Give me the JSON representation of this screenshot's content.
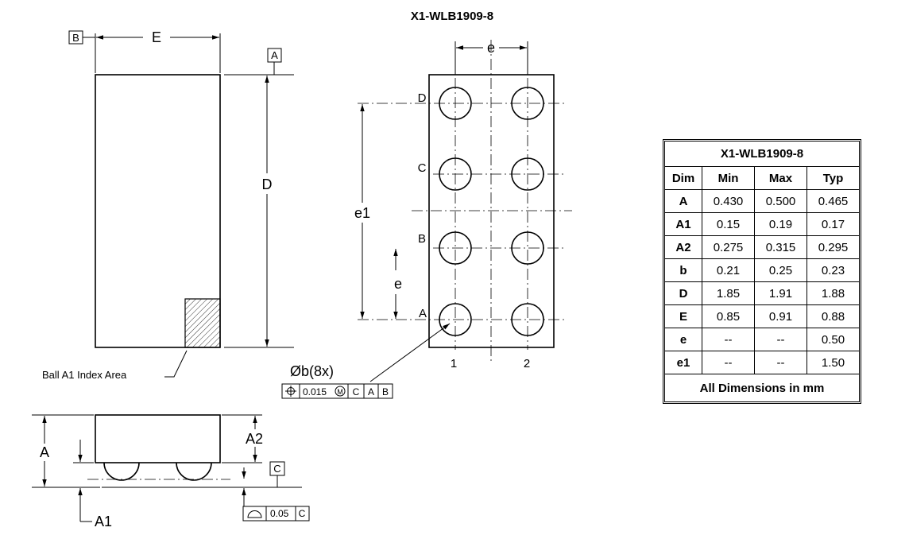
{
  "package_title": "X1-WLB1909-8",
  "top_view": {
    "datum_b": "B",
    "datum_a": "A",
    "width_label": "E",
    "height_label": "D",
    "index_area_label": "Ball A1 Index Area"
  },
  "bottom_view": {
    "pitch_label": "e",
    "row_pitch_label": "e",
    "span_label": "e1",
    "row_labels": [
      "D",
      "C",
      "B",
      "A"
    ],
    "column_labels": [
      "1",
      "2"
    ],
    "ball_callout": "Øb(8x)",
    "position_tolerance": {
      "symbol": "⌖",
      "value": "0.015",
      "modifier": "M",
      "datums": [
        "C",
        "A",
        "B"
      ]
    }
  },
  "side_view": {
    "overall_height_label": "A",
    "body_height_label": "A2",
    "standoff_label": "A1",
    "datum_c": "C",
    "coplanarity_tolerance": {
      "symbol": "⌓",
      "value": "0.05",
      "datum": "C"
    }
  },
  "dimension_table": {
    "title": "X1-WLB1909-8",
    "headers": [
      "Dim",
      "Min",
      "Max",
      "Typ"
    ],
    "rows": [
      {
        "dim": "A",
        "min": "0.430",
        "max": "0.500",
        "typ": "0.465"
      },
      {
        "dim": "A1",
        "min": "0.15",
        "max": "0.19",
        "typ": "0.17"
      },
      {
        "dim": "A2",
        "min": "0.275",
        "max": "0.315",
        "typ": "0.295"
      },
      {
        "dim": "b",
        "min": "0.21",
        "max": "0.25",
        "typ": "0.23"
      },
      {
        "dim": "D",
        "min": "1.85",
        "max": "1.91",
        "typ": "1.88"
      },
      {
        "dim": "E",
        "min": "0.85",
        "max": "0.91",
        "typ": "0.88"
      },
      {
        "dim": "e",
        "min": "--",
        "max": "--",
        "typ": "0.50"
      },
      {
        "dim": "e1",
        "min": "--",
        "max": "--",
        "typ": "1.50"
      }
    ],
    "footer": "All Dimensions in mm"
  }
}
